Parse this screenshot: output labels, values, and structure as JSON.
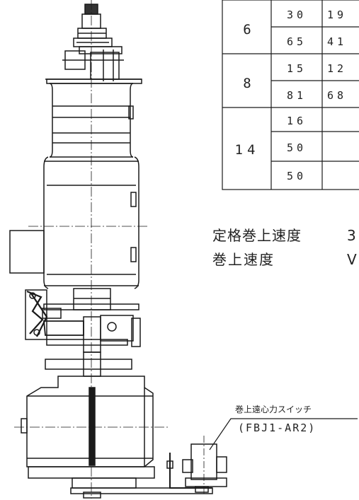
{
  "speed_table": {
    "groups": [
      {
        "label": "6",
        "rows": [
          [
            "30",
            "19"
          ],
          [
            "65",
            "41"
          ]
        ]
      },
      {
        "label": "8",
        "rows": [
          [
            "15",
            "12"
          ],
          [
            "81",
            "68"
          ]
        ]
      },
      {
        "label": "14",
        "rows": [
          [
            "16",
            ""
          ],
          [
            "50",
            ""
          ],
          [
            "50",
            ""
          ]
        ]
      }
    ]
  },
  "specs": {
    "rated_speed_label": "定格巻上速度",
    "rated_speed_value": "3",
    "hoist_speed_label": "巻上速度",
    "hoist_speed_value": "V"
  },
  "callout": {
    "name": "巻上遠心力スイッチ",
    "model": "(FBJ1-AR2)"
  },
  "colors": {
    "line": "#1a1a1a",
    "background": "#ffffff"
  }
}
